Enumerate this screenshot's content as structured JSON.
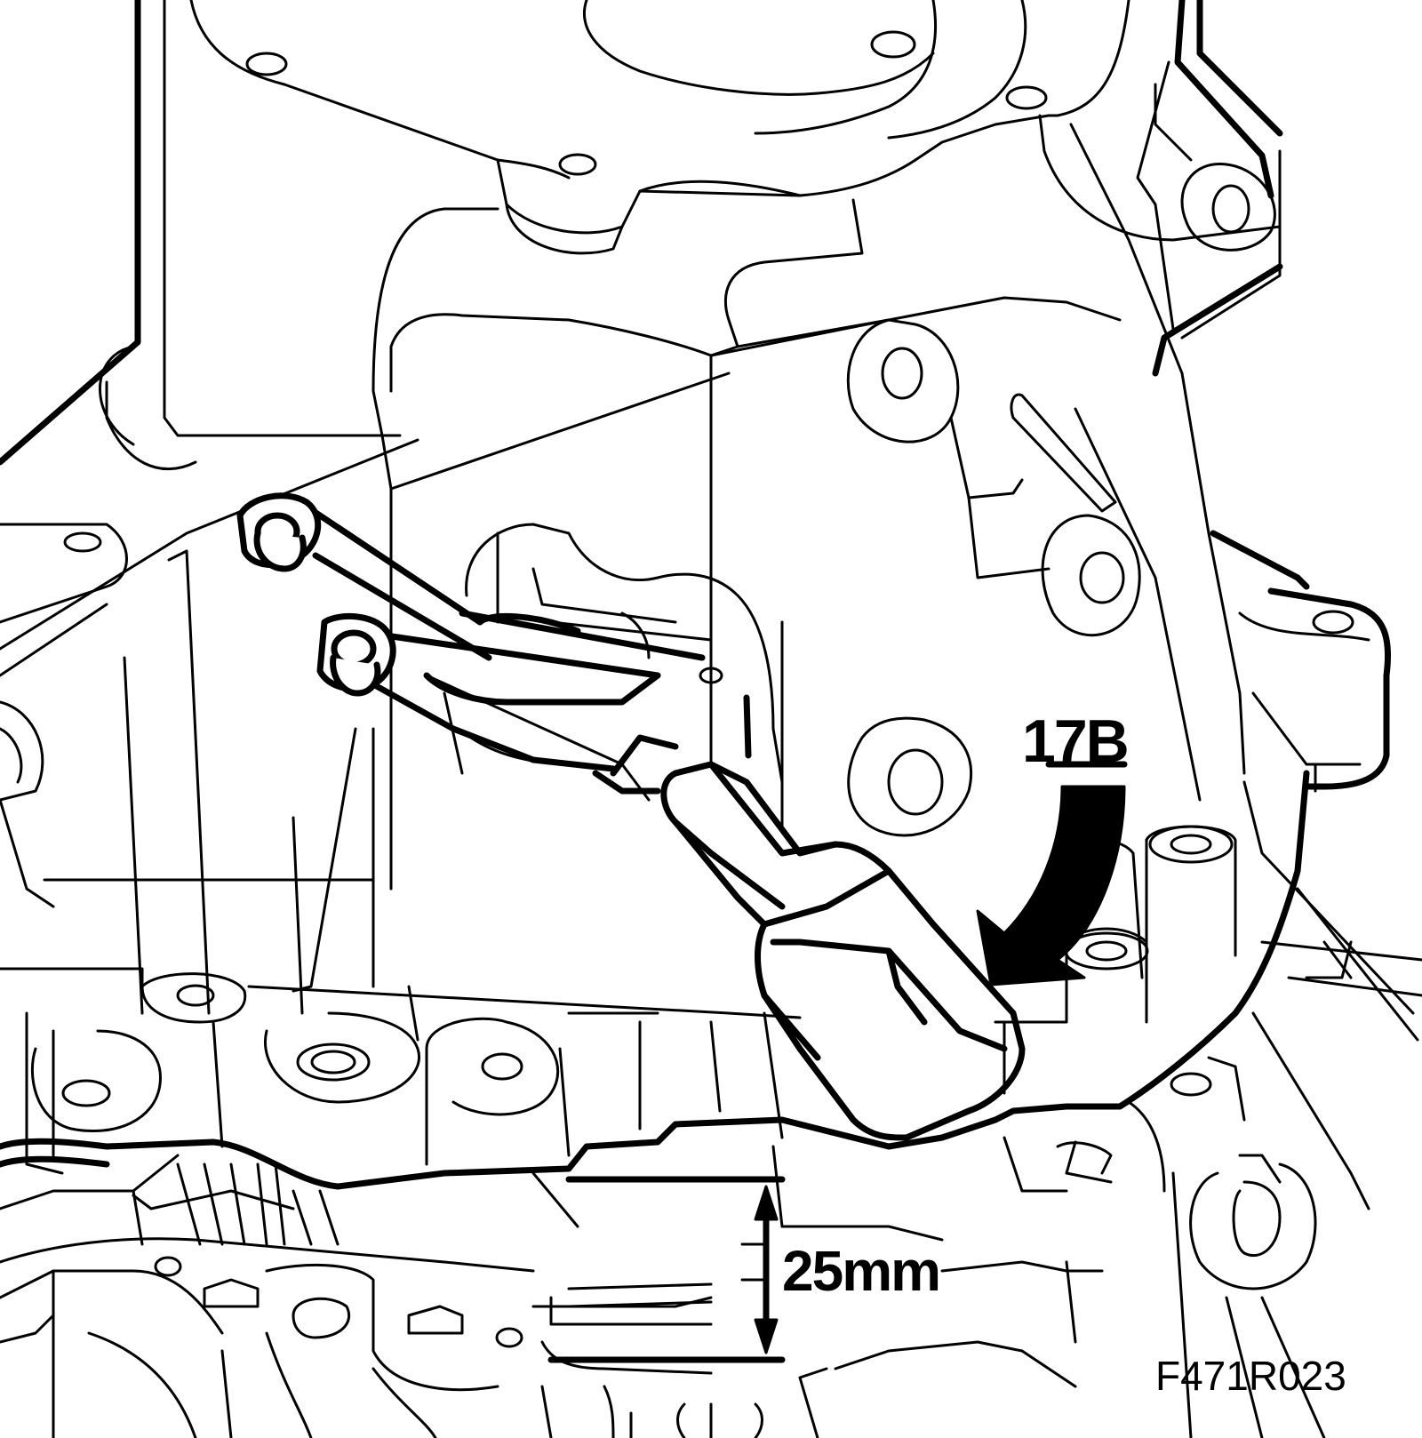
{
  "figure": {
    "callout_label": "17B",
    "dimension_label": "25mm",
    "figure_id": "F471R023"
  },
  "colors": {
    "line": "#000000",
    "background": "#ffffff"
  },
  "icons": [
    "gearbox-housing",
    "shift-lever-linkage",
    "pointer-arrow",
    "dimension-arrow"
  ]
}
